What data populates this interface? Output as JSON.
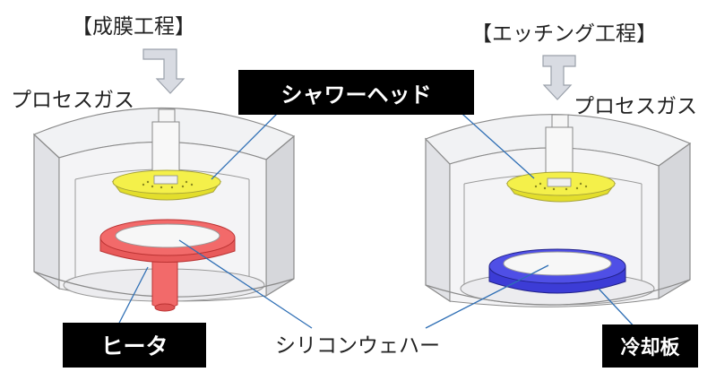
{
  "labels": {
    "deposition_process": "【成膜工程】",
    "etching_process": "【エッチング工程】",
    "process_gas_left": "プロセスガス",
    "process_gas_right": "プロセスガス",
    "shower_head": "シャワーヘッド",
    "heater": "ヒータ",
    "silicon_wafer": "シリコンウェハー",
    "cooling_plate": "冷却板"
  },
  "colors": {
    "shower_head": "#f4f04a",
    "heater": "#f26a6a",
    "cooling_plate": "#4f4fe6",
    "chamber": "#e9eaed",
    "label_block": "#000000"
  }
}
